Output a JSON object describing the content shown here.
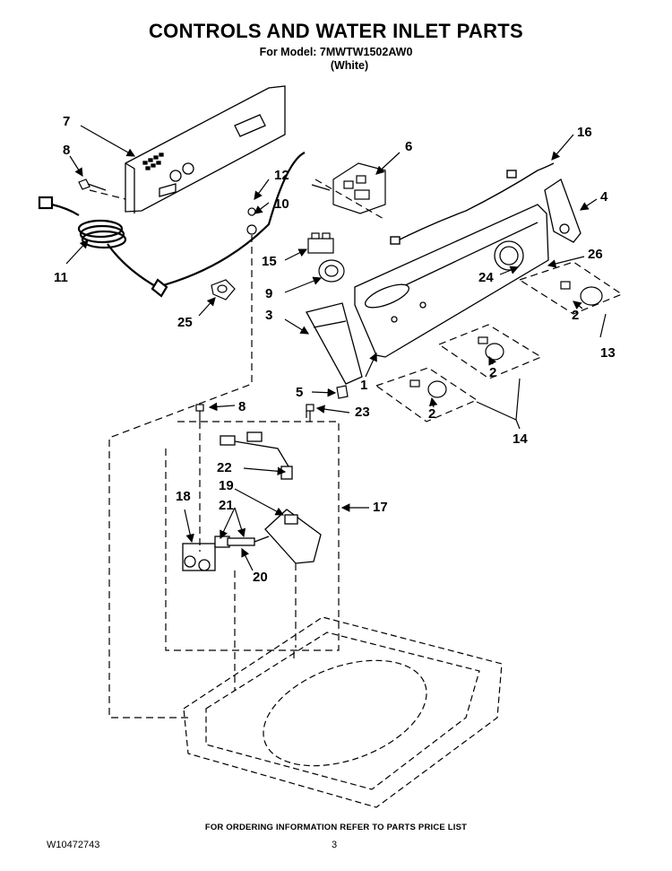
{
  "header": {
    "title": "CONTROLS AND WATER INLET PARTS",
    "model": "For Model: 7MWTW1502AW0",
    "color": "(White)"
  },
  "callouts": [
    "7",
    "8",
    "6",
    "16",
    "12",
    "10",
    "4",
    "11",
    "15",
    "26",
    "24",
    "9",
    "2",
    "3",
    "25",
    "13",
    "2",
    "1",
    "5",
    "2",
    "8",
    "23",
    "14",
    "22",
    "19",
    "17",
    "18",
    "21",
    "20"
  ],
  "footer": {
    "ordering": "FOR ORDERING INFORMATION REFER TO PARTS PRICE LIST",
    "doc_number": "W10472743",
    "page_number": "3"
  }
}
